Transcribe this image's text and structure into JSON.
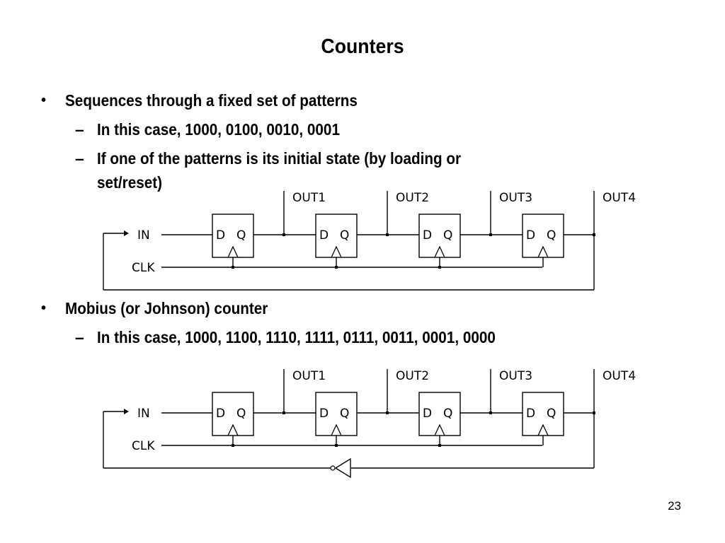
{
  "slide": {
    "title": "Counters",
    "page_number": "23",
    "bullets": [
      {
        "text": "Sequences through a fixed set of patterns",
        "sub": [
          "In this case, 1000, 0100, 0010, 0001",
          "If one of the patterns is its initial state (by loading or",
          "set/reset)"
        ]
      },
      {
        "text": "Mobius (or Johnson) counter",
        "sub": [
          "In this case, 1000, 1100, 1110, 1111, 0111, 0011, 0001, 0000"
        ]
      }
    ],
    "bullet_glyph": "•",
    "dash_glyph": "–"
  },
  "diagrams": {
    "ring_counter": {
      "input_label": "IN",
      "clock_label": "CLK",
      "flipflop_d": "D",
      "flipflop_q": "Q",
      "outputs": [
        "OUT1",
        "OUT2",
        "OUT3",
        "OUT4"
      ],
      "feedback": "direct"
    },
    "johnson_counter": {
      "input_label": "IN",
      "clock_label": "CLK",
      "flipflop_d": "D",
      "flipflop_q": "Q",
      "outputs": [
        "OUT1",
        "OUT2",
        "OUT3",
        "OUT4"
      ],
      "feedback": "inverted"
    }
  }
}
